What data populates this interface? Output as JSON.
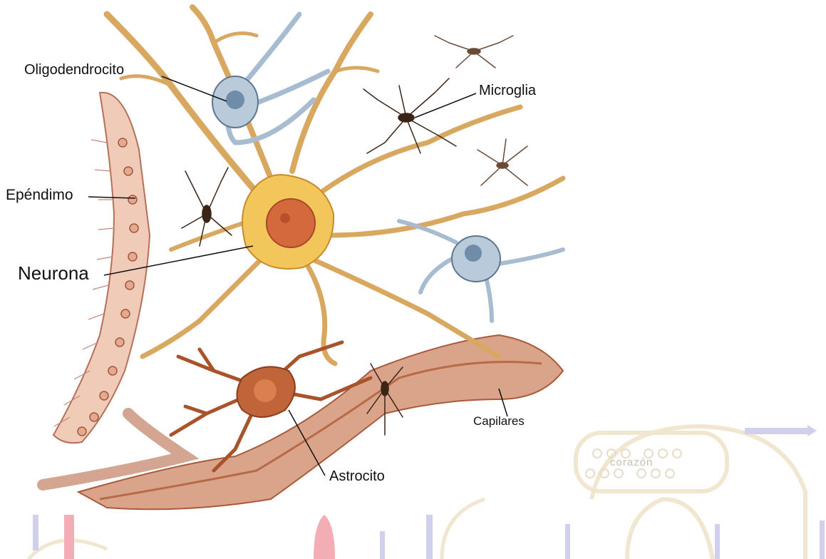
{
  "labels": {
    "oligodendrocito": "Oligodendrocito",
    "microglia": "Microglia",
    "ependimo": "Epéndimo",
    "neurona": "Neurona",
    "capilares": "Capilares",
    "astrocito": "Astrocito"
  },
  "watermark": {
    "text": "corazón"
  },
  "colors": {
    "neuron_body": "#f2c65a",
    "neuron_nucleus": "#d46a3c",
    "process": "#d9a860",
    "oligodendrocyte": "#a7bcd0",
    "microglia": "#3a2416",
    "astrocyte": "#a8532a",
    "capillary": "#c98b6a",
    "ependyma": "#e7b9a3",
    "watermark_line": "#efe2c8",
    "watermark_arrow": "#c8c8ea",
    "watermark_pink": "#f0a0a8"
  }
}
